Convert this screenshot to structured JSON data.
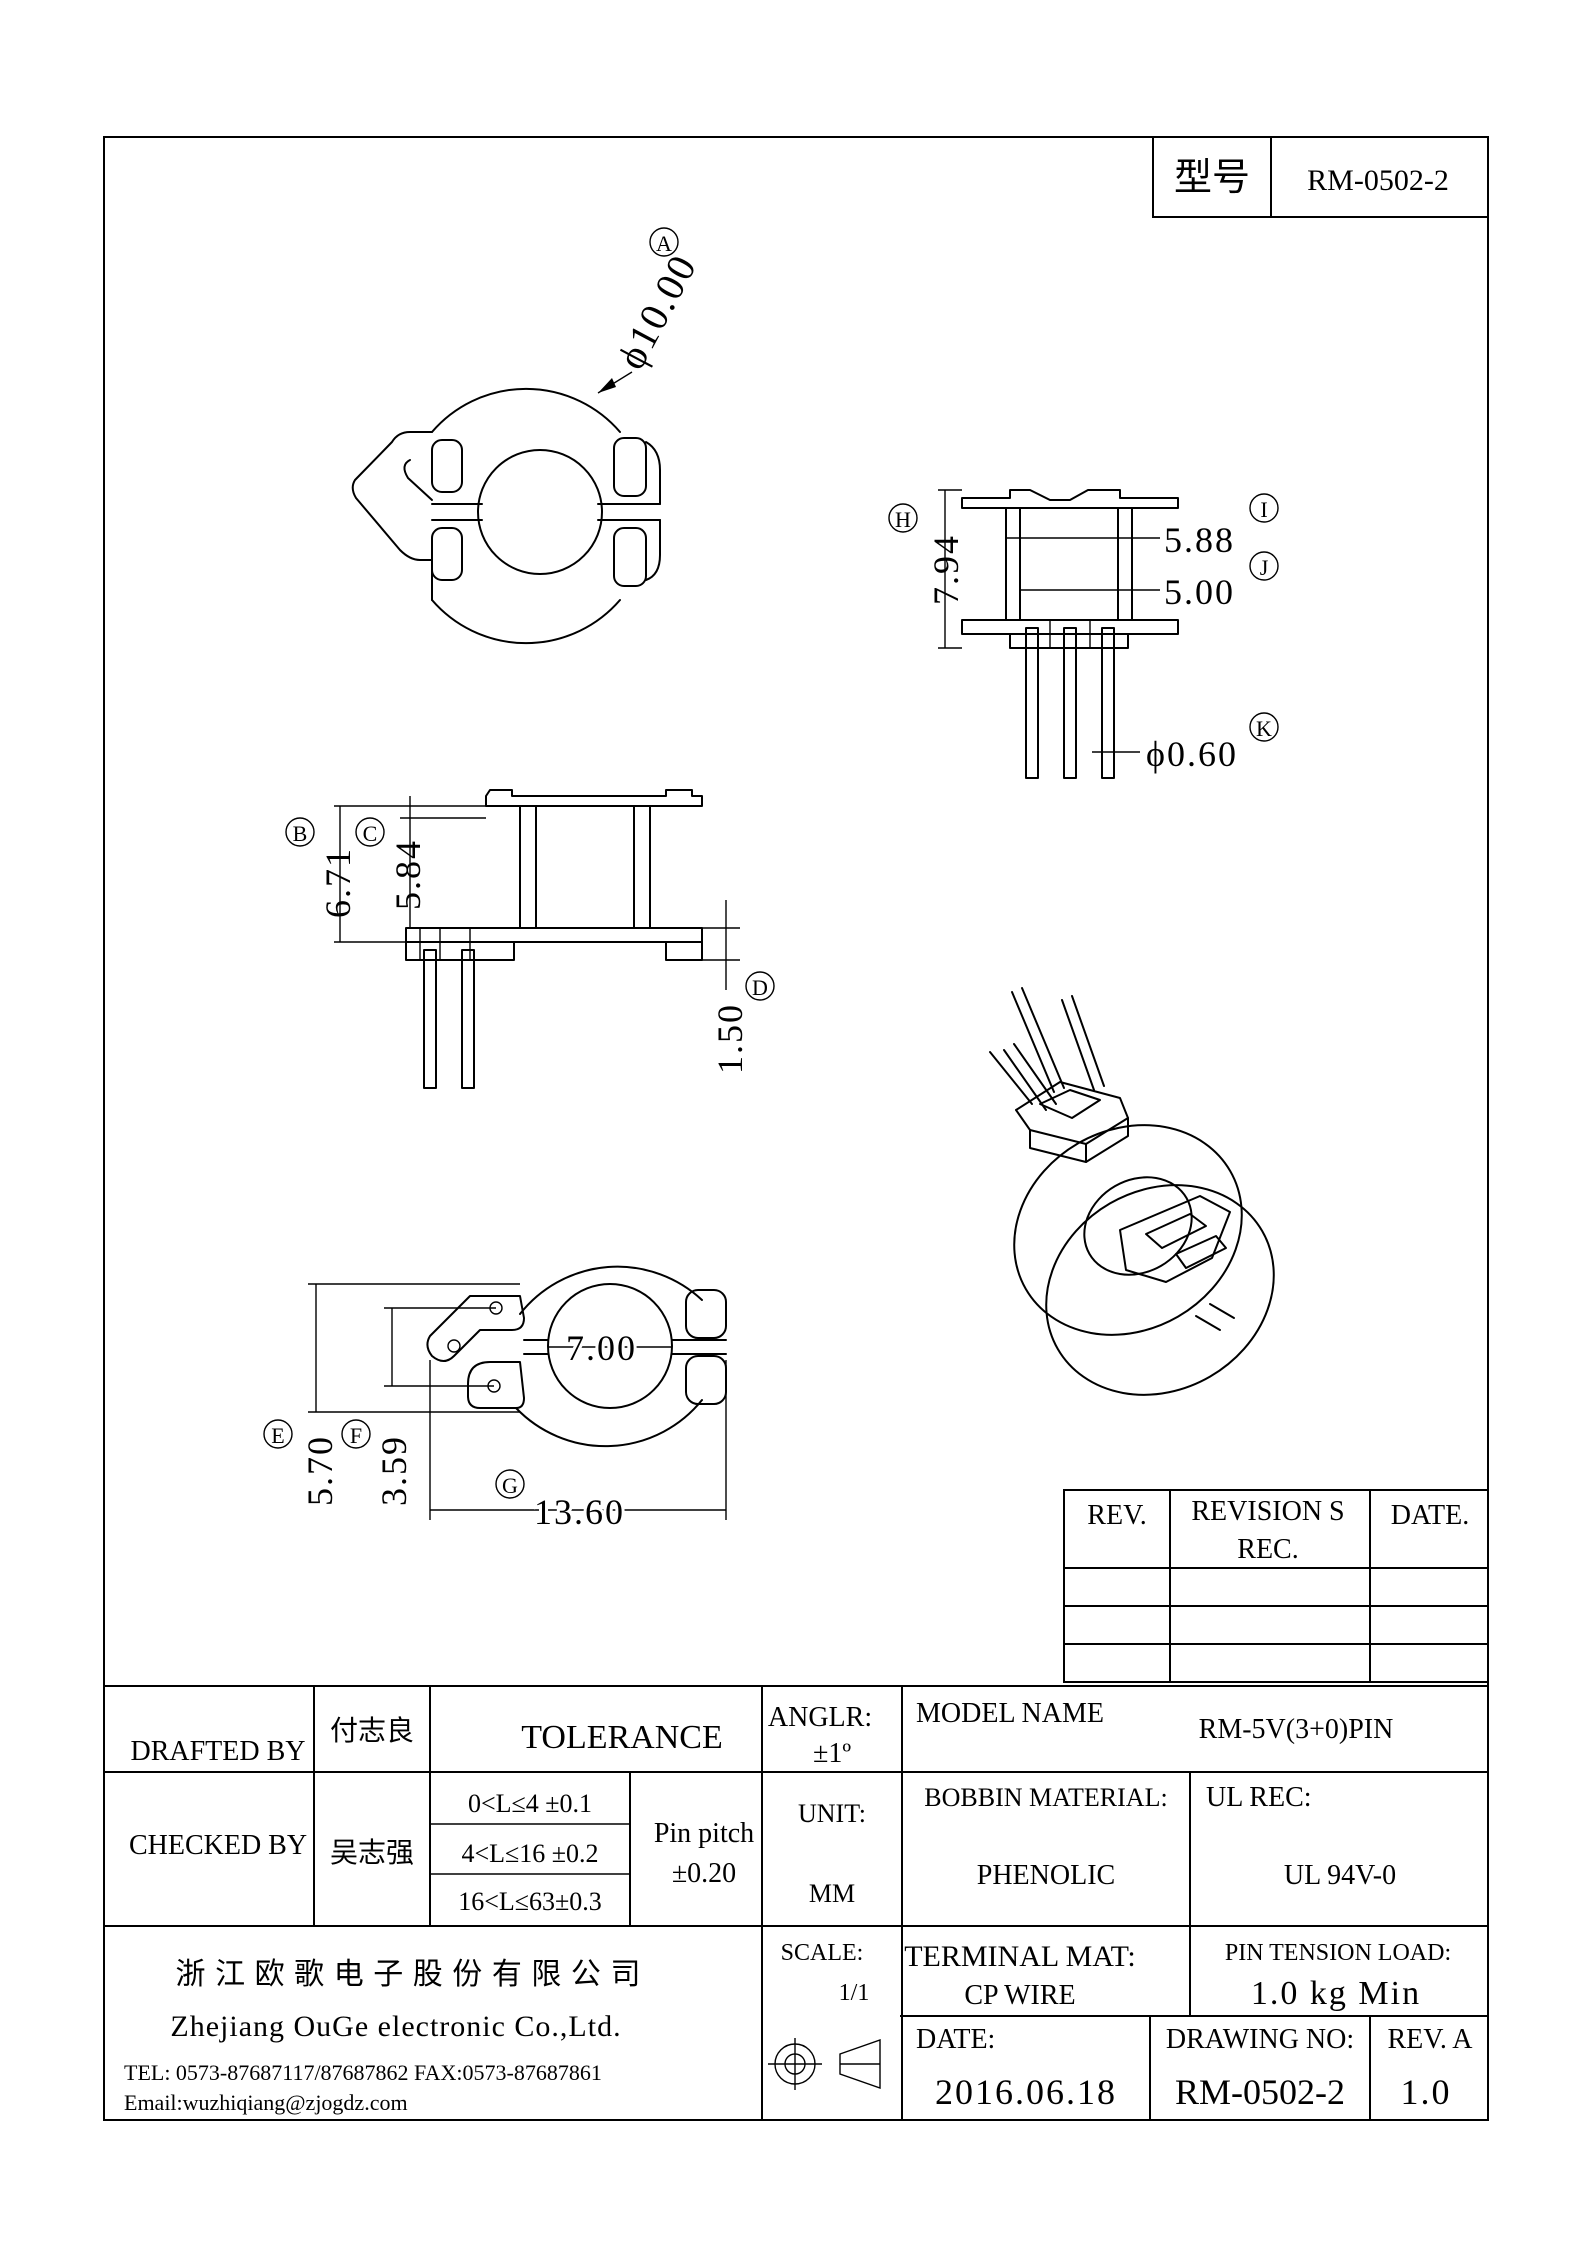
{
  "title_block": {
    "model_label": "型号",
    "model_value": "RM-0502-2",
    "drafted_by_label": "DRAFTED BY",
    "drafted_by_name": "付志良",
    "checked_by_label": "CHECKED BY",
    "checked_by_name": "吴志强",
    "tolerance_label": "TOLERANCE",
    "tol_row1": "0<L≤4 ±0.1",
    "tol_row2": "4<L≤16 ±0.2",
    "tol_row3": "16<L≤63±0.3",
    "pin_pitch_label": "Pin pitch",
    "pin_pitch_value": "±0.20",
    "angle_label": "ANGLR:",
    "angle_value": "±1º",
    "unit_label": "UNIT:",
    "unit_value": "MM",
    "model_name_label": "MODEL NAME",
    "model_name_value": "RM-5V(3+0)PIN",
    "bobbin_material_label": "BOBBIN MATERIAL:",
    "bobbin_material_value": "PHENOLIC",
    "ul_rec_label": "UL REC:",
    "ul_rec_value": "UL 94V-0",
    "scale_label": "SCALE:",
    "scale_value": "1/1",
    "terminal_mat_label": "TERMINAL MAT:",
    "terminal_mat_value": "CP  WIRE",
    "pin_tension_label": "PIN  TENSION  LOAD:",
    "pin_tension_value": "1.0 kg Min",
    "date_label": "DATE:",
    "date_value": "2016.06.18",
    "drawing_no_label": "DRAWING NO:",
    "drawing_no_value": "RM-0502-2",
    "rev_label": "REV. A",
    "rev_value": "1.0",
    "company_cn": "浙 江 欧 歌 电 子 股 份 有 限 公 司",
    "company_en": "Zhejiang OuGe electronic Co.,Ltd.",
    "company_tel": "TEL: 0573-87687117/87687862   FAX:0573-87687861",
    "company_email": "Email:wuzhiqiang@zjogdz.com"
  },
  "revisions": {
    "rev_header": "REV.",
    "revisions_header_1": "REVISION S",
    "revisions_header_2": "REC.",
    "date_header": "DATE."
  },
  "dimensions": {
    "A": {
      "tag": "A",
      "value": "ϕ10.00"
    },
    "B": {
      "tag": "B",
      "value": "6.71"
    },
    "C": {
      "tag": "C",
      "value": "5.84"
    },
    "D": {
      "tag": "D",
      "value": "1.50"
    },
    "E": {
      "tag": "E",
      "value": "5.70"
    },
    "F": {
      "tag": "F",
      "value": "3.59"
    },
    "G": {
      "tag": "G",
      "value": "13.60"
    },
    "H": {
      "tag": "H",
      "value": "7.94"
    },
    "I": {
      "tag": "I",
      "value": "5.88"
    },
    "J": {
      "tag": "J",
      "value": "5.00"
    },
    "K": {
      "tag": "K",
      "value": "ϕ0.60"
    },
    "inner_dia": {
      "value": "7.00"
    }
  }
}
